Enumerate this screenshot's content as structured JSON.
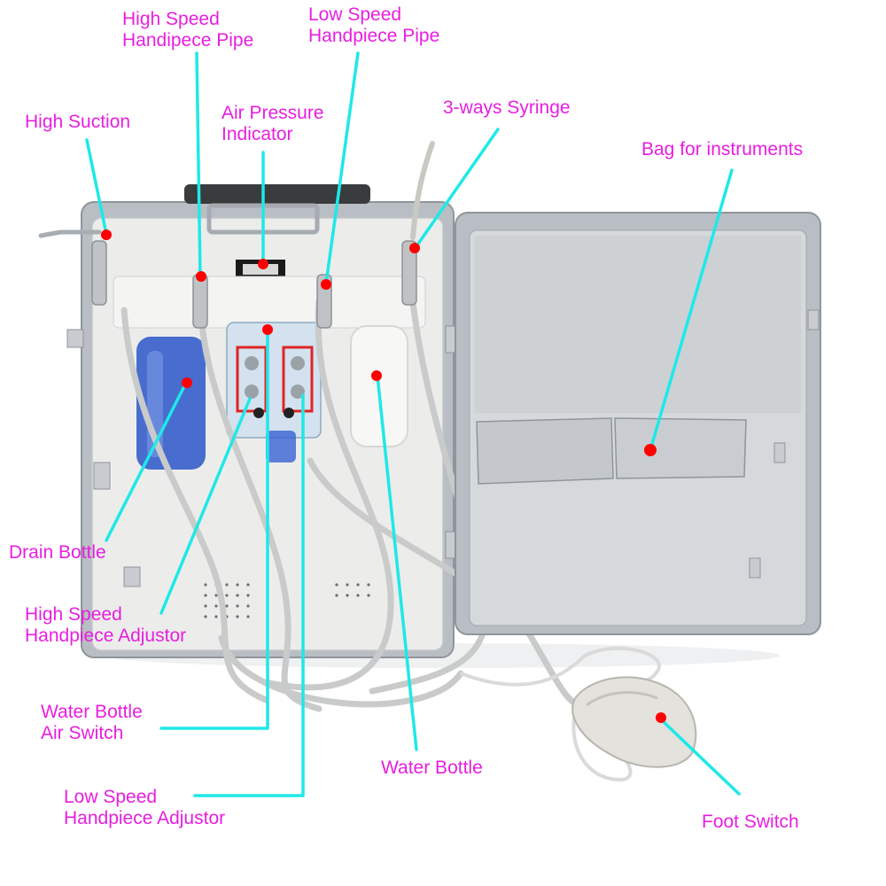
{
  "colors": {
    "label": "#e81ee0",
    "leader": "#1fe8e8",
    "marker": "#ff0000",
    "case_frame": "#b9bec4",
    "panel": "#ecedeb",
    "hose": "#c9cbcb",
    "bag": "#d6d9dc"
  },
  "callouts": {
    "high_speed_pipe": [
      "High Speed",
      "Handipece Pipe"
    ],
    "low_speed_pipe": [
      "Low Speed",
      "Handpiece Pipe"
    ],
    "high_suction": [
      "High Suction"
    ],
    "air_pressure": [
      "Air Pressure",
      "Indicator"
    ],
    "syringe": [
      "3-ways Syringe"
    ],
    "bag": [
      "Bag for instruments"
    ],
    "drain_bottle": [
      "Drain Bottle"
    ],
    "hs_adjustor": [
      "High Speed",
      "Handpiece Adjustor"
    ],
    "water_air_switch": [
      "Water Bottle",
      "Air Switch"
    ],
    "water_bottle": [
      "Water Bottle"
    ],
    "ls_adjustor": [
      "Low Speed",
      "Handpiece Adjustor"
    ],
    "foot_switch": [
      "Foot Switch"
    ]
  },
  "icons": {
    "photo": "portable-dental-unit-case-illustration",
    "marker": "red-dot-marker"
  }
}
